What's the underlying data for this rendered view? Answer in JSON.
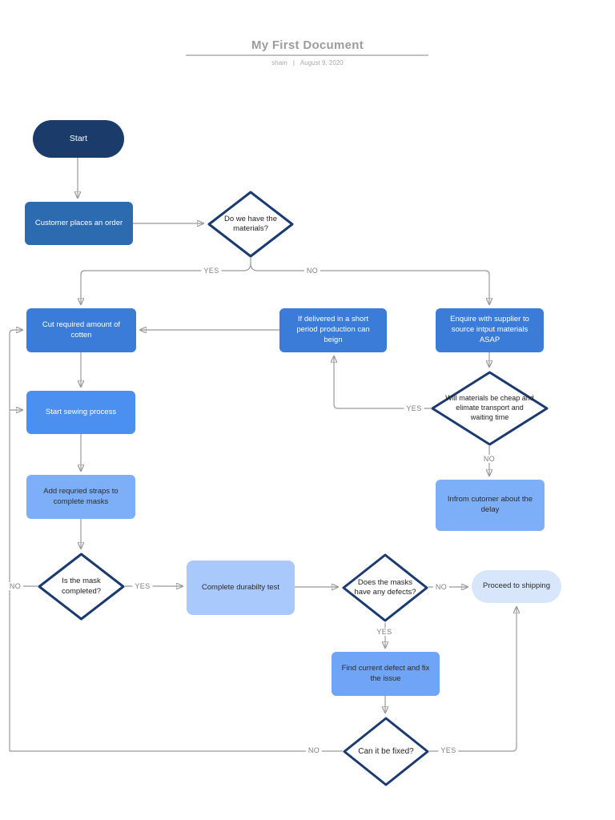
{
  "palette": {
    "start_fill": "#1b3c6b",
    "process_dark": "#2d6bb1",
    "process_blue": "#3a7cd8",
    "process_bright": "#4b90f1",
    "process_mid": "#6fa4f7",
    "process_light": "#7daff9",
    "process_lighter": "#a9c8fb",
    "terminal_fill": "#d8e6fc",
    "diamond_border": "#1a3a70",
    "connector": "#999999"
  },
  "header": {
    "title": "My First Document",
    "author": "sham",
    "separator": "|",
    "date": "August 9, 2020"
  },
  "nodes": {
    "start": {
      "label": "Start"
    },
    "customer_order": {
      "label": "Customer places an order"
    },
    "have_materials": {
      "label": "Do we have the materials?"
    },
    "cut_cotton": {
      "label": "Cut required amount of cotten"
    },
    "if_delivered": {
      "label": "If delivered in a short period production can beign"
    },
    "enquire_supplier": {
      "label": "Enquire with supplier to source intput materials ASAP"
    },
    "will_materials": {
      "label": "Will materials be cheap and elimate transport and waiting time"
    },
    "inform_customer": {
      "label": "Infrom cutomer about the delay"
    },
    "start_sewing": {
      "label": "Start sewing process"
    },
    "add_straps": {
      "label": "Add requried straps to complete masks"
    },
    "mask_completed": {
      "label": "Is the mask completed?"
    },
    "durability_test": {
      "label": "Complete durabilty test"
    },
    "have_defects": {
      "label": "Does the masks have any defects?"
    },
    "proceed_shipping": {
      "label": "Proceed to shipping"
    },
    "find_defect": {
      "label": "Find current defect and fix the issue"
    },
    "can_be_fixed": {
      "label": "Can it be fixed?"
    }
  },
  "edge_labels": {
    "have_materials_yes": "YES",
    "have_materials_no": "NO",
    "will_materials_yes": "YES",
    "will_materials_no": "NO",
    "mask_completed_yes": "YES",
    "mask_completed_no": "NO",
    "have_defects_no": "NO",
    "have_defects_yes": "YES",
    "can_be_fixed_no": "NO",
    "can_be_fixed_yes": "YES"
  }
}
